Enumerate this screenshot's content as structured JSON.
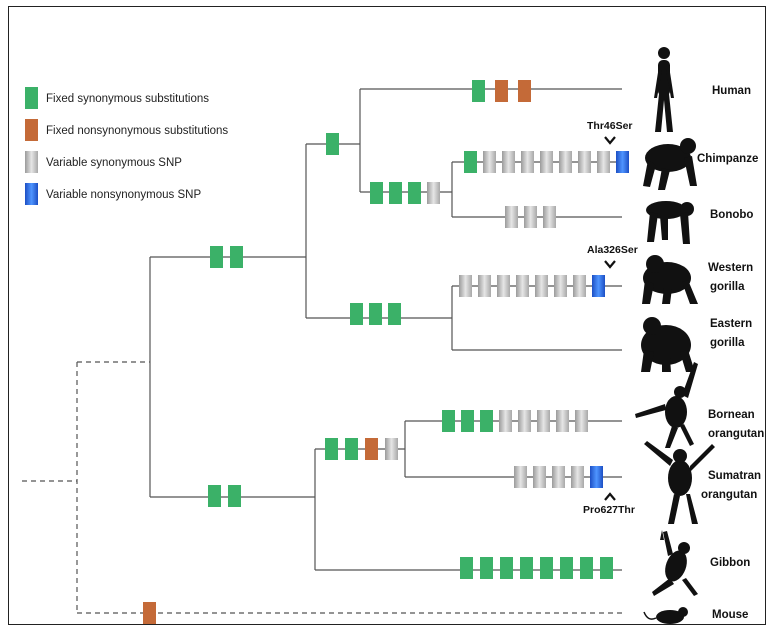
{
  "legend": [
    {
      "label": "Fixed synonymous substitutions",
      "kind": "fs"
    },
    {
      "label": "Fixed nonsynonymous substitutions",
      "kind": "fn"
    },
    {
      "label": "Variable synonymous SNP",
      "kind": "vs"
    },
    {
      "label": "Variable nonsynonymous SNP",
      "kind": "vn"
    }
  ],
  "colors": {
    "fs": "#3bb168",
    "fn": "#c46a38",
    "vs": "#b3b3b3",
    "vn": "#2f6fe3",
    "line": "#555555"
  },
  "species": [
    {
      "name": "Human",
      "line2": ""
    },
    {
      "name": "Chimpanze",
      "line2": ""
    },
    {
      "name": "Bonobo",
      "line2": ""
    },
    {
      "name": "Western",
      "line2": "gorilla"
    },
    {
      "name": "Eastern",
      "line2": "gorilla"
    },
    {
      "name": "Bornean",
      "line2": "orangutan"
    },
    {
      "name": "Sumatran",
      "line2": "orangutan"
    },
    {
      "name": "Gibbon",
      "line2": ""
    },
    {
      "name": "Mouse",
      "line2": ""
    }
  ],
  "mutations": [
    "Thr46Ser",
    "Ala326Ser",
    "Pro627Thr"
  ],
  "branch_marks": [
    {
      "branch": "human",
      "marks": [
        "fs",
        "fn",
        "fn"
      ]
    },
    {
      "branch": "human-chimp-bonobo",
      "marks": [
        "fs"
      ]
    },
    {
      "branch": "chimp-bonobo",
      "marks": [
        "fs",
        "fs",
        "fs",
        "vs"
      ]
    },
    {
      "branch": "chimpanzee",
      "marks": [
        "fs",
        "vs",
        "vs",
        "vs",
        "vs",
        "vs",
        "vs",
        "vs",
        "vn"
      ]
    },
    {
      "branch": "bonobo",
      "marks": [
        "vs",
        "vs",
        "vs"
      ]
    },
    {
      "branch": "homininae",
      "marks": [
        "fs",
        "fs"
      ]
    },
    {
      "branch": "gorillas",
      "marks": [
        "fs",
        "fs",
        "fs"
      ]
    },
    {
      "branch": "western-gorilla",
      "marks": [
        "vs",
        "vs",
        "vs",
        "vs",
        "vs",
        "vs",
        "vs",
        "vn"
      ]
    },
    {
      "branch": "orangutans",
      "marks": [
        "fs",
        "fs",
        "fn",
        "vs"
      ]
    },
    {
      "branch": "bornean-orangutan",
      "marks": [
        "fs",
        "fs",
        "fs",
        "vs",
        "vs",
        "vs",
        "vs",
        "vs"
      ]
    },
    {
      "branch": "sumatran-orangutan",
      "marks": [
        "vs",
        "vs",
        "vs",
        "vs",
        "vn"
      ]
    },
    {
      "branch": "hominoid-lesser",
      "marks": [
        "fs",
        "fs"
      ]
    },
    {
      "branch": "gibbon",
      "marks": [
        "fs",
        "fs",
        "fs",
        "fs",
        "fs",
        "fs",
        "fs",
        "fs"
      ]
    },
    {
      "branch": "mouse",
      "marks": [
        "fn"
      ]
    }
  ]
}
